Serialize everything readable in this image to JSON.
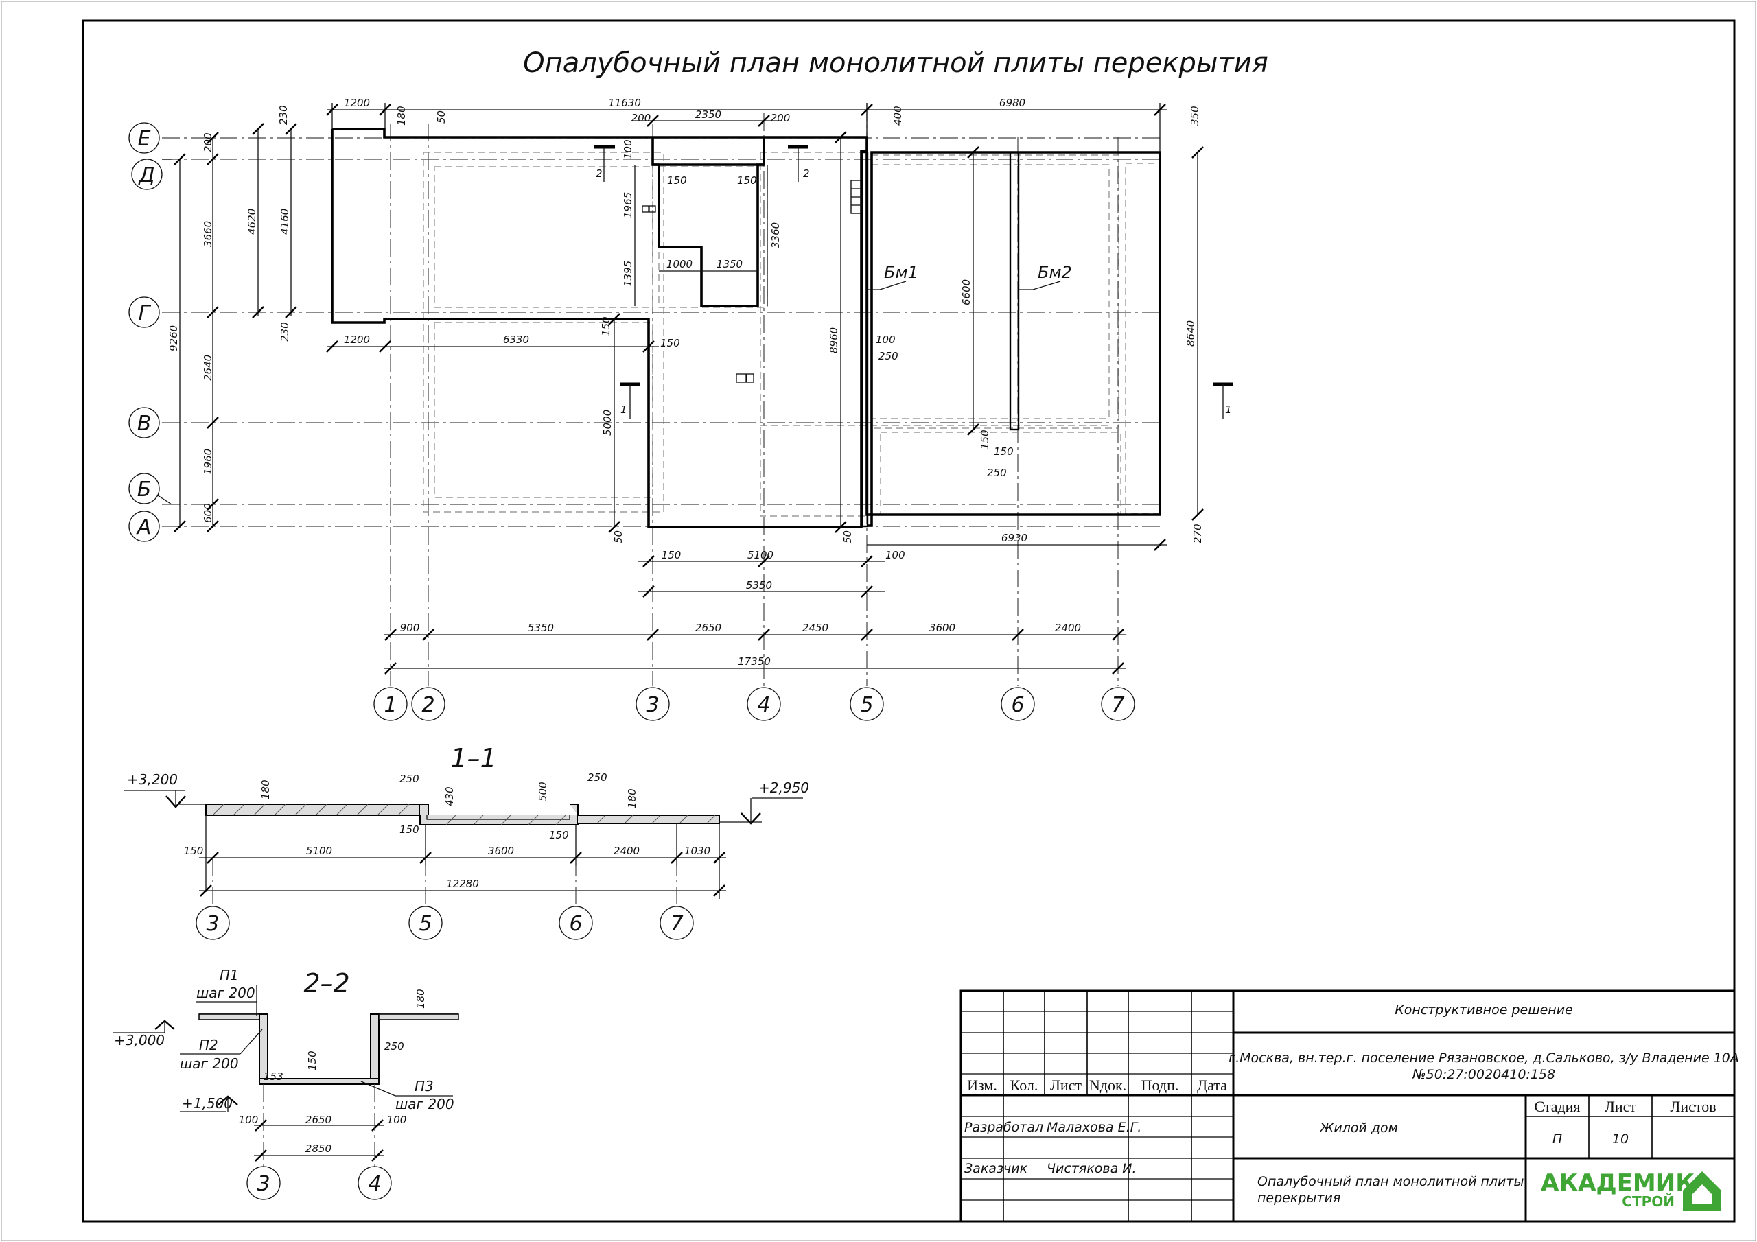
{
  "title": "Опалубочный план монолитной плиты перекрытия",
  "axes_vertical": [
    "1",
    "2",
    "3",
    "4",
    "5",
    "6",
    "7"
  ],
  "axes_horizontal": [
    "Е",
    "Д",
    "Г",
    "В",
    "Б",
    "А"
  ],
  "beams": {
    "bm1": "Бм1",
    "bm2": "Бм2"
  },
  "section_marks": {
    "s1": "1",
    "s2": "2"
  },
  "plan_dims_top": [
    "1200",
    "180",
    "50",
    "11630",
    "200",
    "2350",
    "200",
    "400",
    "6980",
    "350",
    "230",
    "100",
    "150",
    "150"
  ],
  "plan_dims_left": [
    "200",
    "3660",
    "4620",
    "4160",
    "2640",
    "1960",
    "600",
    "9260",
    "230"
  ],
  "plan_dims_inner": [
    "1965",
    "1395",
    "1000",
    "1350",
    "3360",
    "1200",
    "6330",
    "150",
    "150",
    "5000",
    "8960",
    "6600",
    "100",
    "250",
    "8640",
    "150",
    "150",
    "250",
    "50",
    "50",
    "100",
    "150",
    "5100",
    "5350",
    "6930",
    "270"
  ],
  "plan_dims_bottom": [
    "900",
    "5350",
    "2650",
    "2450",
    "3600",
    "2400",
    "17350"
  ],
  "section_1_1": {
    "title": "1–1",
    "level_left": "+3,200",
    "level_right": "+2,950",
    "dims": [
      "250",
      "180",
      "430",
      "500",
      "250",
      "180",
      "150",
      "150",
      "150",
      "5100",
      "3600",
      "2400",
      "1030",
      "12280"
    ],
    "axes": [
      "3",
      "5",
      "6",
      "7"
    ]
  },
  "section_2_2": {
    "title": "2–2",
    "level_top": "+3,000",
    "level_bottom": "+1,500",
    "p1": "П1",
    "p1_step": "шаг 200",
    "p2": "П2",
    "p2_step": "шаг 200",
    "p3": "П3",
    "p3_step": "шаг 200",
    "dims": [
      "180",
      "250",
      "150",
      "153",
      "100",
      "2650",
      "100",
      "2850"
    ],
    "axes": [
      "3",
      "4"
    ]
  },
  "title_block": {
    "col_izm": "Изм.",
    "col_kol": "Кол.",
    "col_list": "Лист",
    "col_ndok": "Nдок.",
    "col_podp": "Подп.",
    "col_data": "Дата",
    "design": "Конструктивное решение",
    "address_line1": "г.Москва, вн.тер.г. поселение Рязановское, д.Сальково, з/у Владение 10А",
    "address_line2": "№50:27:0020410:158",
    "developed_label": "Разработал",
    "developed_name": "Малахова Е.Г.",
    "customer_label": "Заказчик",
    "customer_name": "Чистякова И.",
    "building": "Жилой дом",
    "stage_label": "Стадия",
    "sheet_label": "Лист",
    "sheets_label": "Листов",
    "stage_value": "П",
    "sheet_value": "10",
    "sheet_title_line1": "Опалубочный план монолитной плиты",
    "sheet_title_line2": "перекрытия",
    "logo_main": "АКАДЕМИК",
    "logo_sub": "СТРОЙ",
    "logo_color": "#3fa535"
  }
}
